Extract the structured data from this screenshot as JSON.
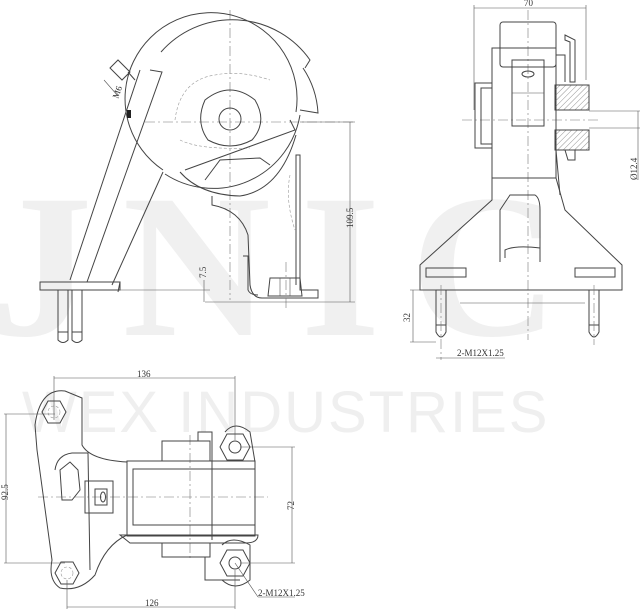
{
  "watermarks": {
    "logo_letters": "JNIC",
    "company": "WEX INDUSTRIES"
  },
  "side_view": {
    "thread_label": "M6",
    "height_dim": "109.5",
    "offset_dim": "7.5"
  },
  "front_view": {
    "width_dim": "70",
    "bore_dim": "Ø12.4",
    "stud_length_dim": "32",
    "stud_thread_label": "2-M12X1.25"
  },
  "top_view": {
    "width_dim_top": "136",
    "height_dim_left": "92.5",
    "height_dim_right": "72",
    "width_dim_bottom": "126",
    "stud_thread_label": "2-M12X1.25"
  }
}
